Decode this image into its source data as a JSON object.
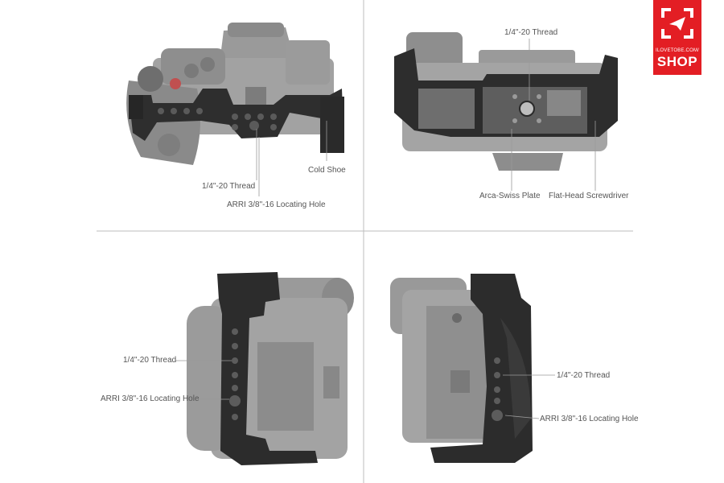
{
  "panels": {
    "top_left": {
      "labels": {
        "thread": "1/4\"-20 Thread",
        "arri": "ARRI 3/8\"-16 Locating Hole",
        "cold_shoe": "Cold Shoe"
      }
    },
    "top_right": {
      "labels": {
        "thread": "1/4\"-20 Thread",
        "arca": "Arca-Swiss Plate",
        "screwdriver": "Flat-Head Screwdriver"
      }
    },
    "bottom_left": {
      "labels": {
        "thread": "1/4\"-20 Thread",
        "arri": "ARRI 3/8\"-16 Locating Hole"
      }
    },
    "bottom_right": {
      "labels": {
        "thread": "1/4\"-20 Thread",
        "arri": "ARRI 3/8\"-16 Locating Hole"
      }
    }
  },
  "logo": {
    "site": "ILOVETOBE.COM/",
    "shop": "SHOP",
    "background_color": "#e31e24"
  },
  "colors": {
    "camera_gray": "#8e8e8e",
    "camera_light": "#a9a9a9",
    "cage_black": "#2b2b2b",
    "divider": "#bdbdbd",
    "leader": "#9a9a9a"
  }
}
